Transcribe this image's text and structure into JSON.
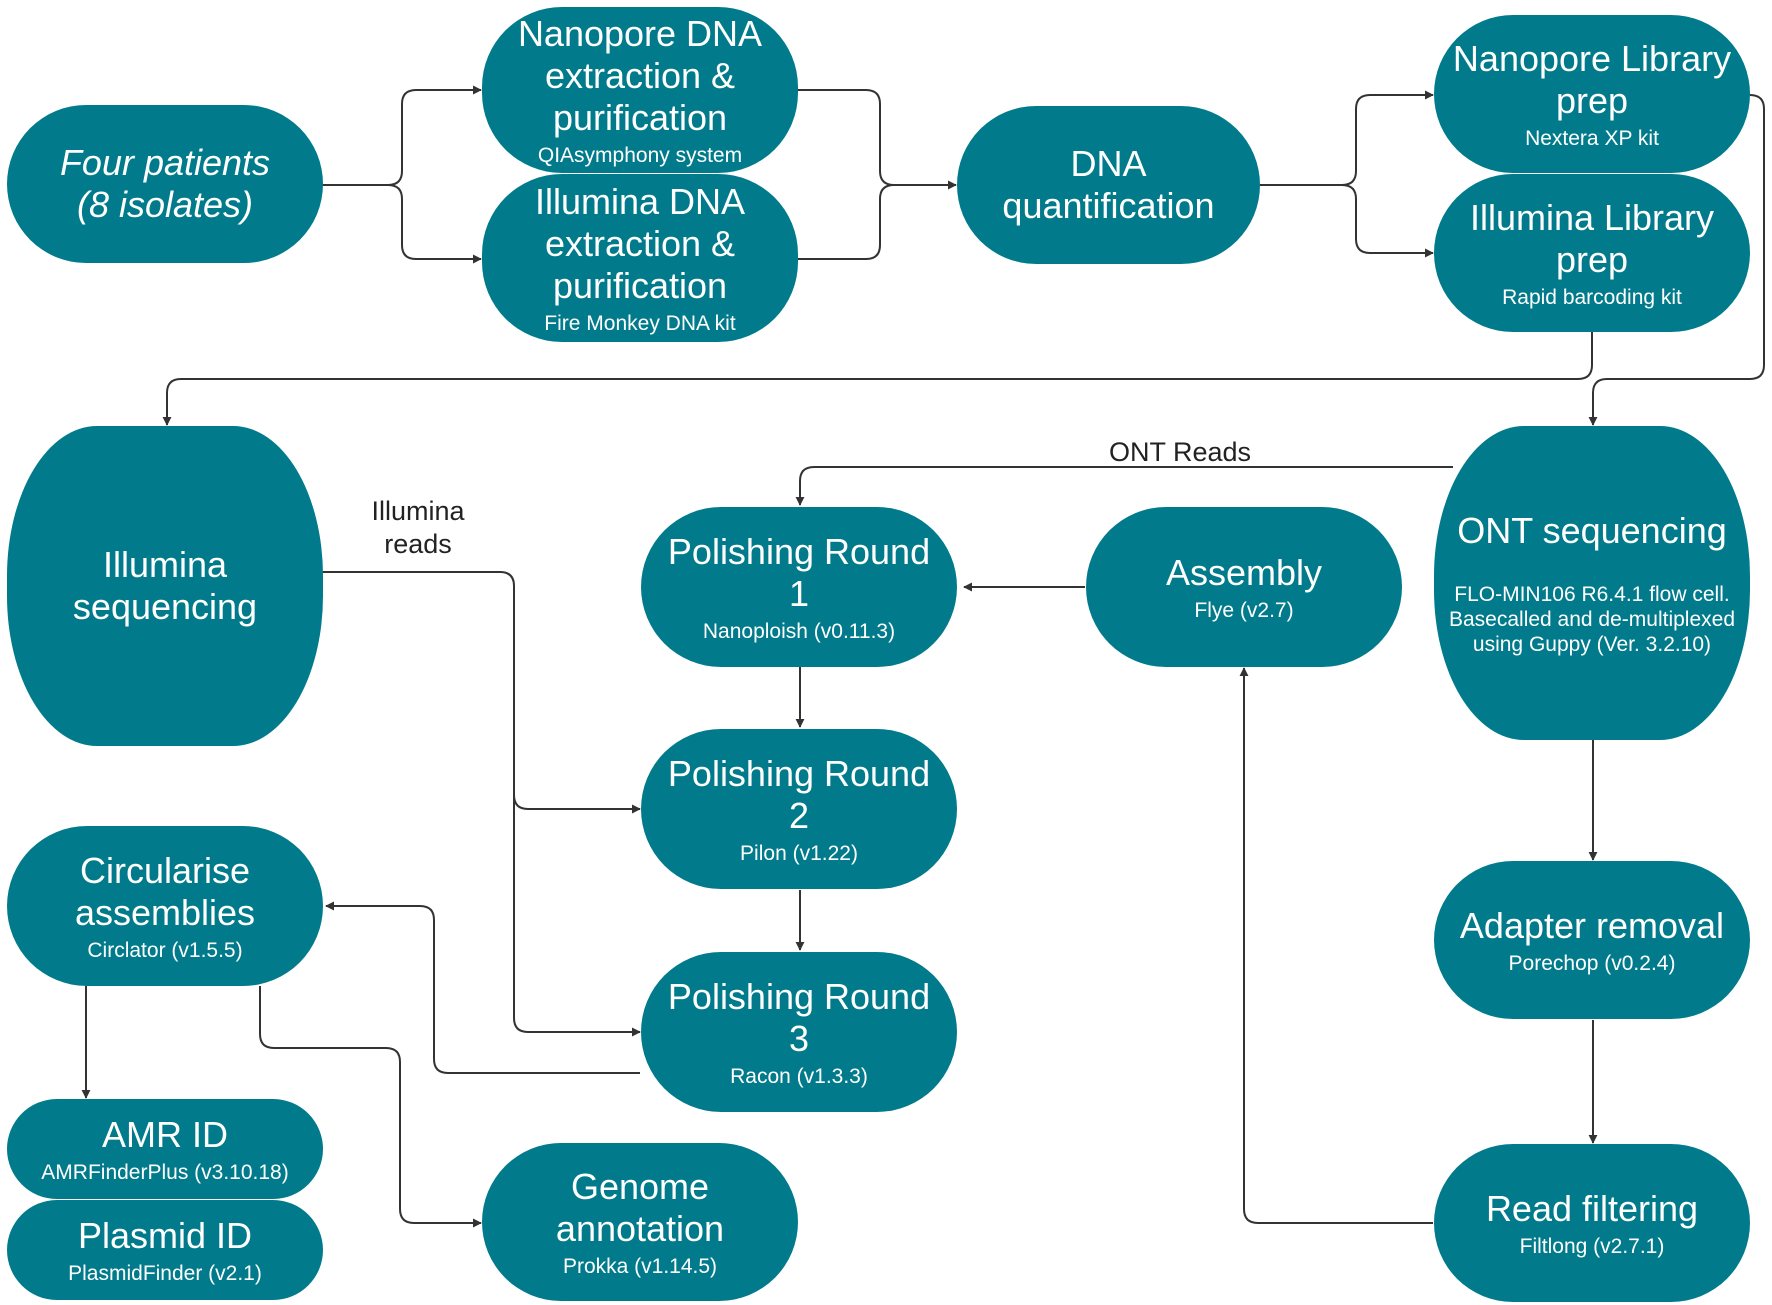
{
  "nodes": {
    "patients": {
      "title": "Four patients\n(8 isolates)"
    },
    "nano_extract": {
      "title": "Nanopore DNA\nextraction &\npurification",
      "sub": "QIAsymphony system"
    },
    "illu_extract": {
      "title": "Illumina DNA\nextraction &\npurification",
      "sub": "Fire Monkey DNA kit"
    },
    "dna_quant": {
      "title": "DNA quantification"
    },
    "nano_lib": {
      "title": "Nanopore Library\nprep",
      "sub": "Nextera XP kit"
    },
    "illu_lib": {
      "title": "Illumina Library\nprep",
      "sub": "Rapid barcoding kit"
    },
    "illu_seq": {
      "title": "Illumina\nsequencing"
    },
    "ont_seq": {
      "title": "ONT sequencing",
      "sub": "FLO-MIN106 R6.4.1 flow cell.\nBasecalled and de-multiplexed\nusing Guppy (Ver. 3.2.10)"
    },
    "polish1": {
      "title": "Polishing Round 1",
      "sub": "Nanoploish (v0.11.3)"
    },
    "assembly": {
      "title": "Assembly",
      "sub": "Flye (v2.7)"
    },
    "polish2": {
      "title": "Polishing Round 2",
      "sub": "Pilon (v1.22)"
    },
    "polish3": {
      "title": "Polishing Round 3",
      "sub": "Racon (v1.3.3)"
    },
    "circ": {
      "title": "Circularise\nassemblies",
      "sub": "Circlator (v1.5.5)"
    },
    "amr": {
      "title": "AMR ID",
      "sub": "AMRFinderPlus (v3.10.18)"
    },
    "plasmid": {
      "title": "Plasmid ID",
      "sub": "PlasmidFinder (v2.1)"
    },
    "genome": {
      "title": "Genome\nannotation",
      "sub": "Prokka (v1.14.5)"
    },
    "adapter": {
      "title": "Adapter removal",
      "sub": "Porechop (v0.2.4)"
    },
    "readfilt": {
      "title": "Read filtering",
      "sub": "Filtlong (v2.7.1)"
    }
  },
  "edge_labels": {
    "ont_reads": "ONT Reads",
    "illumina_reads": "Illumina\nreads"
  },
  "colors": {
    "node_fill": "#017b8b",
    "node_text": "#ffffff",
    "edge": "#333333"
  }
}
